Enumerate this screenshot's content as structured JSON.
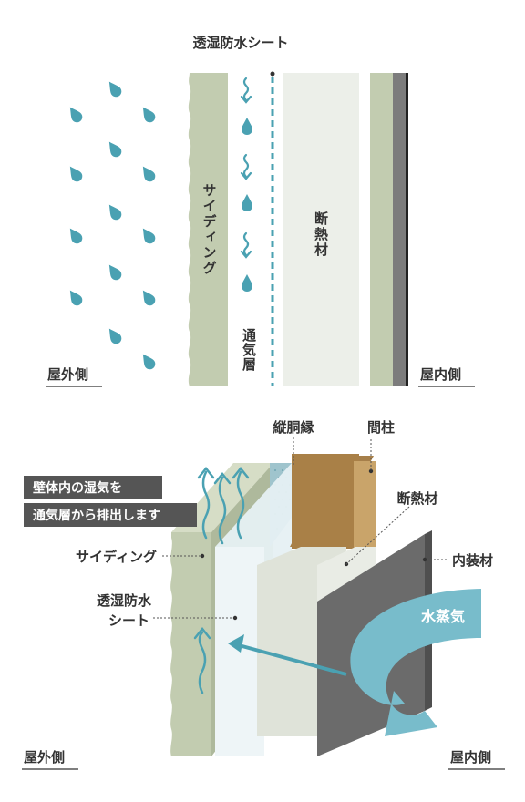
{
  "colors": {
    "siding": "#c2ccb0",
    "siding_dark": "#a9b598",
    "insulation": "#ecefe9",
    "water": "#4aa1b2",
    "membrane": "#e4eff2",
    "stud": "#b08a55",
    "stud_light": "#c9a46a",
    "interior_board": "#6b6b6b",
    "steam": "#78bccb",
    "text": "#333333",
    "callout_bg": "#555555"
  },
  "top_section": {
    "label_membrane": "透湿防水シート",
    "label_siding": "サイディング",
    "label_insulation": "断熱材",
    "label_air_layer": "通気層",
    "label_outside": "屋外側",
    "label_inside": "屋内側"
  },
  "bottom_section": {
    "callout_line1": "壁体内の湿気を",
    "callout_line2": "通気層から排出します",
    "label_furring": "縦胴縁",
    "label_stud": "間柱",
    "label_insulation": "断熱材",
    "label_siding": "サイディング",
    "label_interior": "内装材",
    "label_membrane_line1": "透湿防水",
    "label_membrane_line2": "シート",
    "label_vapor": "水蒸気",
    "label_outside": "屋外側",
    "label_inside": "屋内側"
  }
}
